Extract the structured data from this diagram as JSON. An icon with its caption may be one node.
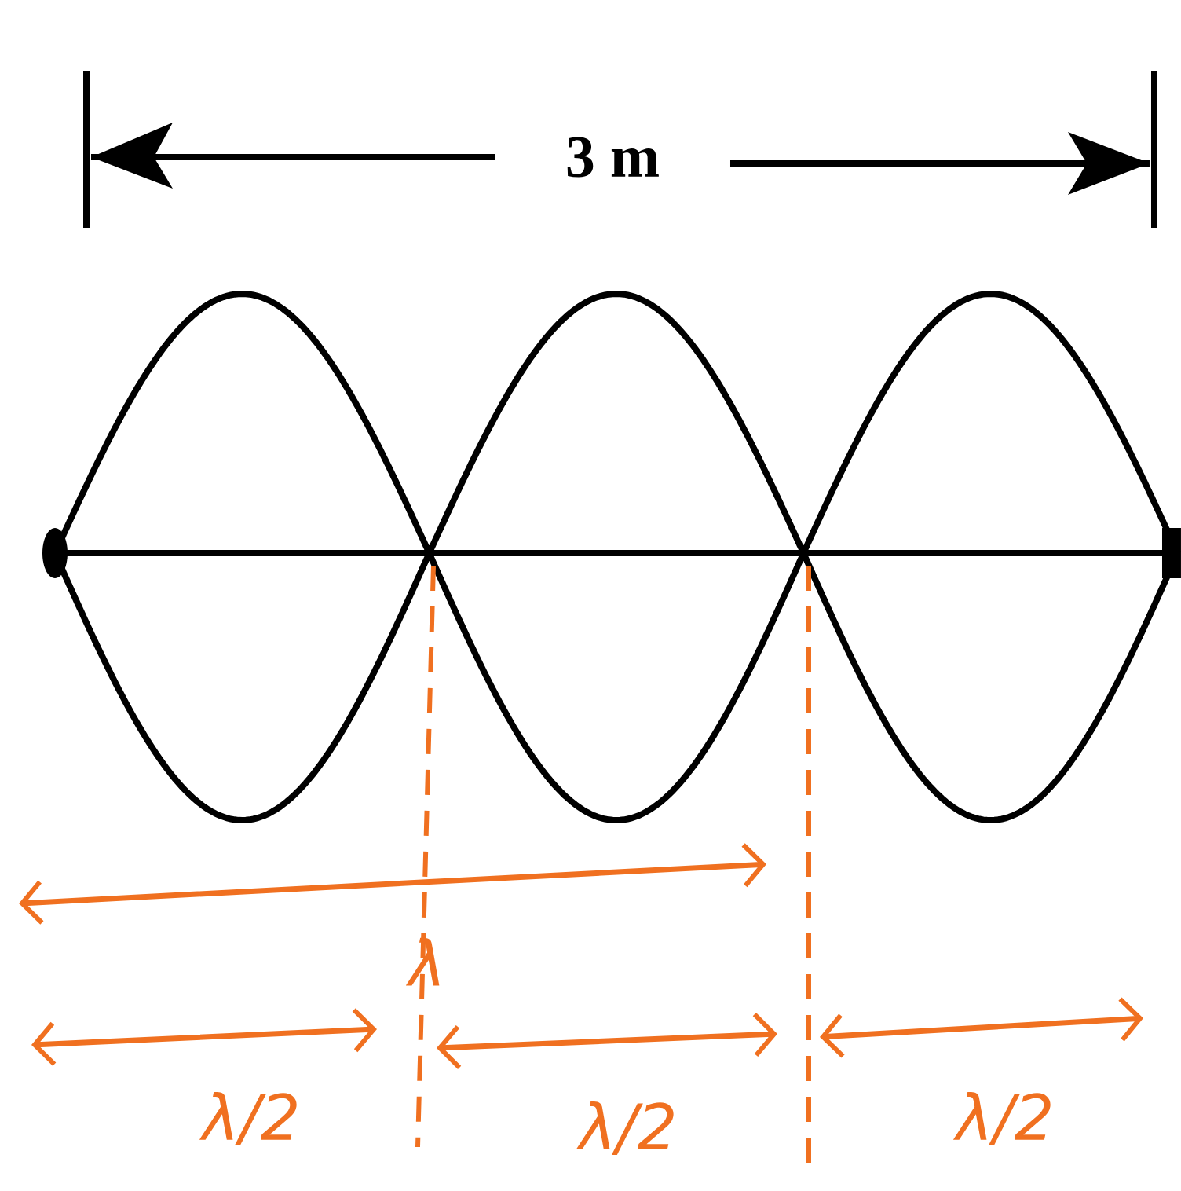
{
  "diagram": {
    "labels": [
      "3 m",
      "λ",
      "λ/2",
      "λ/2",
      "λ/2"
    ]
  }
}
